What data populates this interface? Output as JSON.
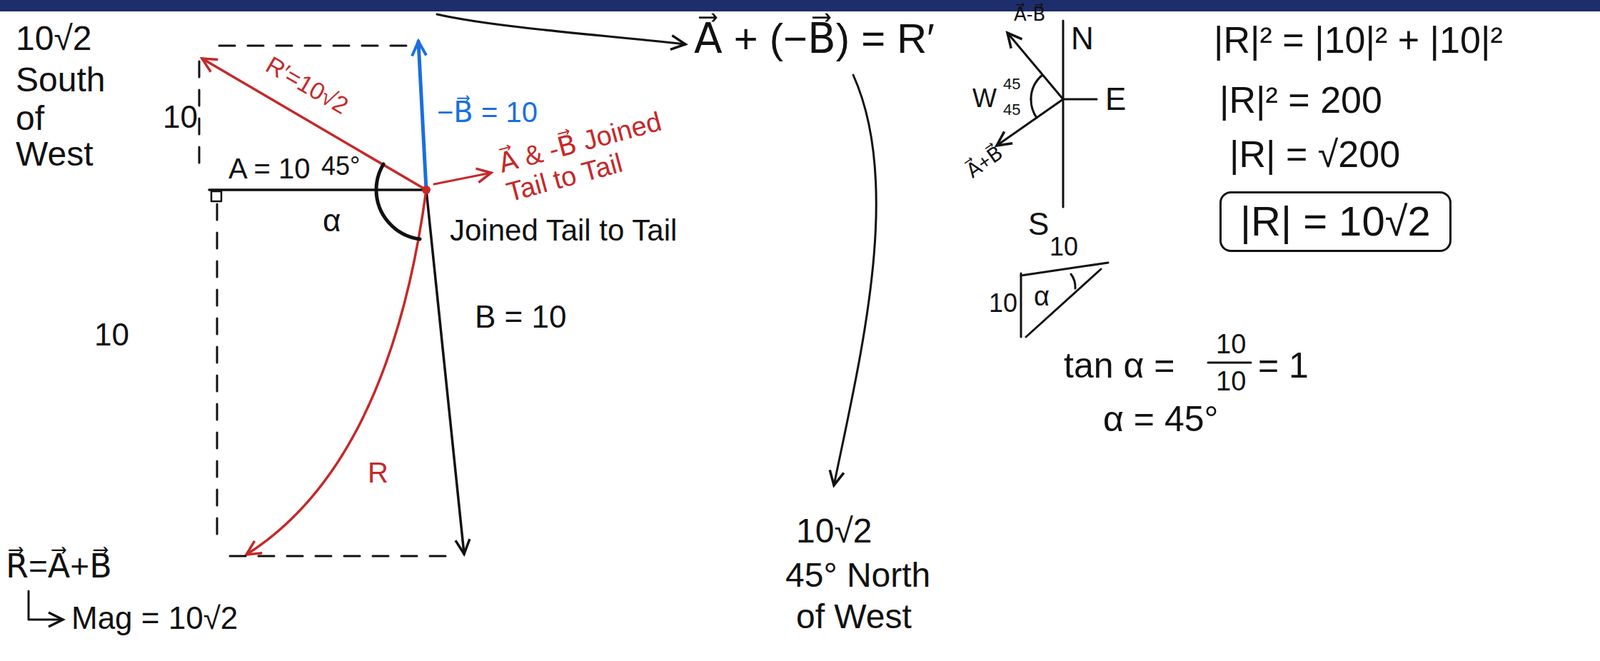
{
  "diagram": {
    "nodes": [
      {
        "text": [
          "|R| = 10√2"
        ]
      }
    ],
    "labels": [
      "10√2",
      "South",
      "of",
      "West",
      "R′=10√2",
      "−B⃗ = 10",
      "A⃗ & -B⃗ Joined Tail to Tail",
      "45°",
      "10",
      "A = 10",
      "α",
      "Joined Tail to Tail",
      "10",
      "B = 10",
      "R",
      "R⃗=A⃗+B⃗",
      "Mag = 10√2",
      "A⃗ + (−B⃗) = R′",
      "A⃗-B⃗",
      "N",
      "W",
      "45",
      "45",
      "E",
      "A⃗+B⃗",
      "S",
      "|R|² = |10|² + |10|²",
      "|R|² = 200",
      "|R| = √200",
      "10",
      "10",
      "α",
      "tan α =",
      "10",
      "10",
      "= 1",
      "α = 45°",
      "10√2",
      "45° North",
      "of West"
    ]
  }
}
